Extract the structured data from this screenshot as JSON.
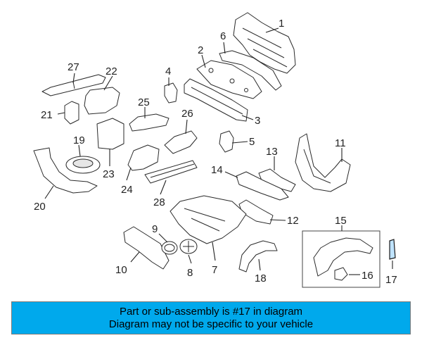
{
  "callouts": [
    "1",
    "2",
    "3",
    "4",
    "5",
    "6",
    "7",
    "8",
    "9",
    "10",
    "11",
    "12",
    "13",
    "14",
    "15",
    "16",
    "17",
    "18",
    "19",
    "20",
    "21",
    "22",
    "23",
    "24",
    "25",
    "26",
    "27",
    "28"
  ],
  "banner": {
    "line1": "Part or sub-assembly is #17 in diagram",
    "line2": "Diagram may not be specific to your vehicle",
    "background": "#00a9ec"
  },
  "highlighted_part": "17"
}
